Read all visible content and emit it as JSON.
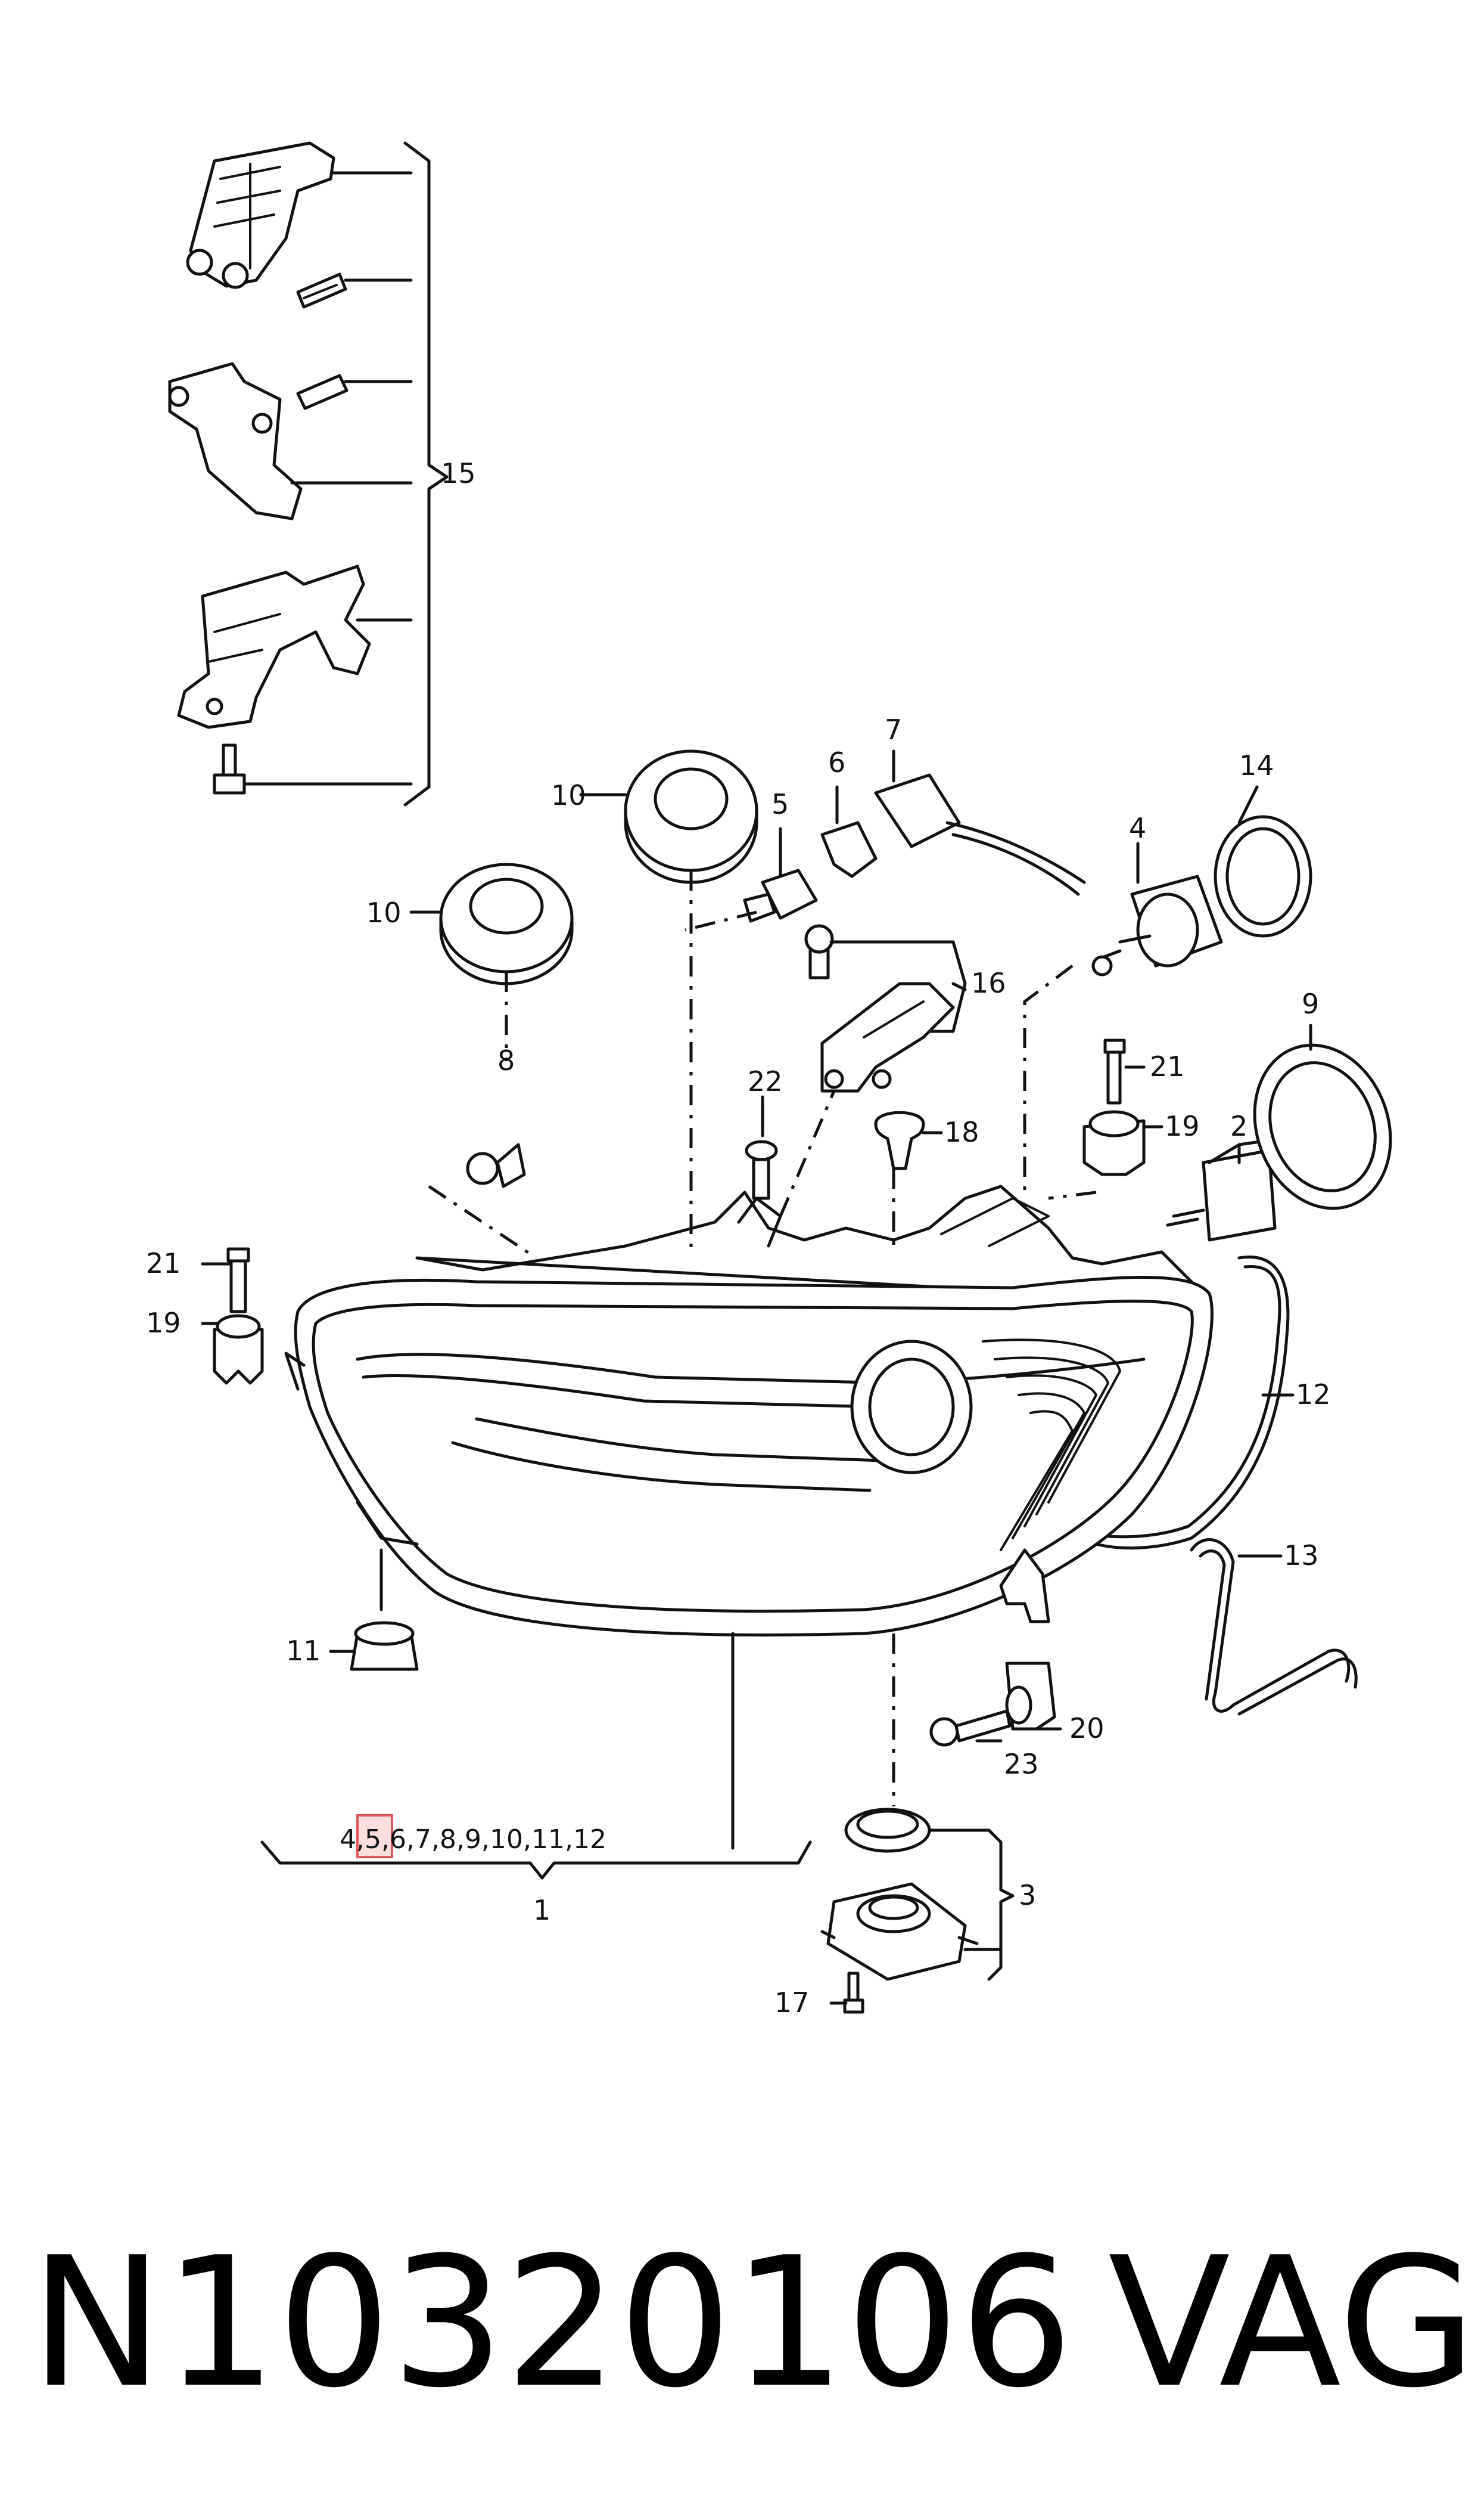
{
  "diagram": {
    "part_callouts": [
      "1",
      "2",
      "3",
      "4",
      "5",
      "6",
      "7",
      "8",
      "9",
      "10",
      "11",
      "12",
      "13",
      "14",
      "15",
      "16",
      "17",
      "18",
      "19",
      "20",
      "21",
      "22",
      "23"
    ],
    "group_label_numbers": [
      "4",
      "5",
      "6",
      "7",
      "8",
      "9",
      "10",
      "11",
      "12"
    ],
    "group_label_separator": ",",
    "highlighted_callout": "5",
    "highlight_color": "#e05555"
  },
  "footer": {
    "part_number": "N10320106",
    "brand": "VAG"
  }
}
